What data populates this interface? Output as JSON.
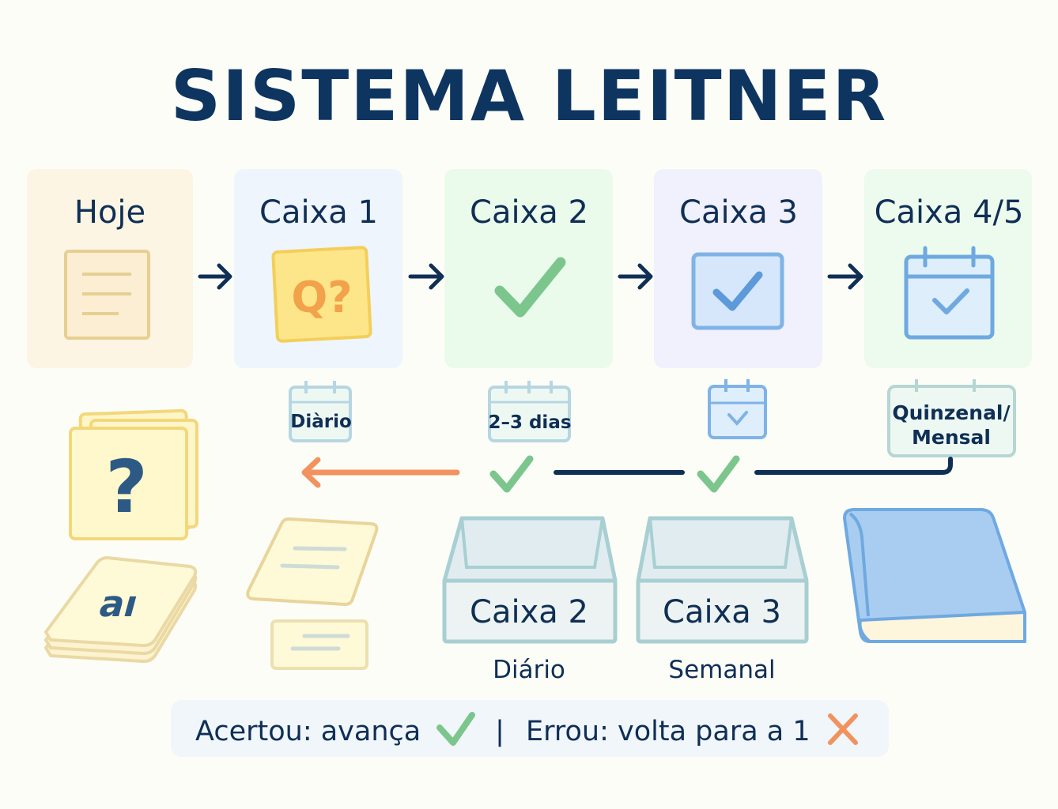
{
  "title": "SISTEMA LEITNER",
  "stages": [
    {
      "label": "Hoje",
      "icon": "document-icon",
      "color": "#fdf5e4"
    },
    {
      "label": "Caixa 1",
      "icon": "question-card-icon",
      "color": "#eef5fd"
    },
    {
      "label": "Caixa 2",
      "icon": "check-icon",
      "color": "#eafbec"
    },
    {
      "label": "Caixa 3",
      "icon": "checkbox-icon",
      "color": "#f1f0fd"
    },
    {
      "label": "Caixa 4/5",
      "icon": "calendar-check-icon",
      "color": "#edfbee"
    }
  ],
  "schedules": {
    "caixa1": "Diàrio",
    "caixa2": "2–3 dias",
    "caixa45_line1": "Quinzenal/",
    "caixa45_line2": "Mensal"
  },
  "cards": {
    "question_mark": "?",
    "front_text": "aı"
  },
  "boxes": [
    {
      "label": "Caixa 2",
      "frequency": "Diário"
    },
    {
      "label": "Caixa 3",
      "frequency": "Semanal"
    }
  ],
  "legend": {
    "correct": "Acertou: avança",
    "separator": "|",
    "wrong": "Errou: volta para a 1"
  },
  "colors": {
    "navy": "#0d3560",
    "green": "#7cc68e",
    "orange": "#f2925e",
    "blue": "#7fb3e6",
    "yellow": "#f3d77a"
  }
}
